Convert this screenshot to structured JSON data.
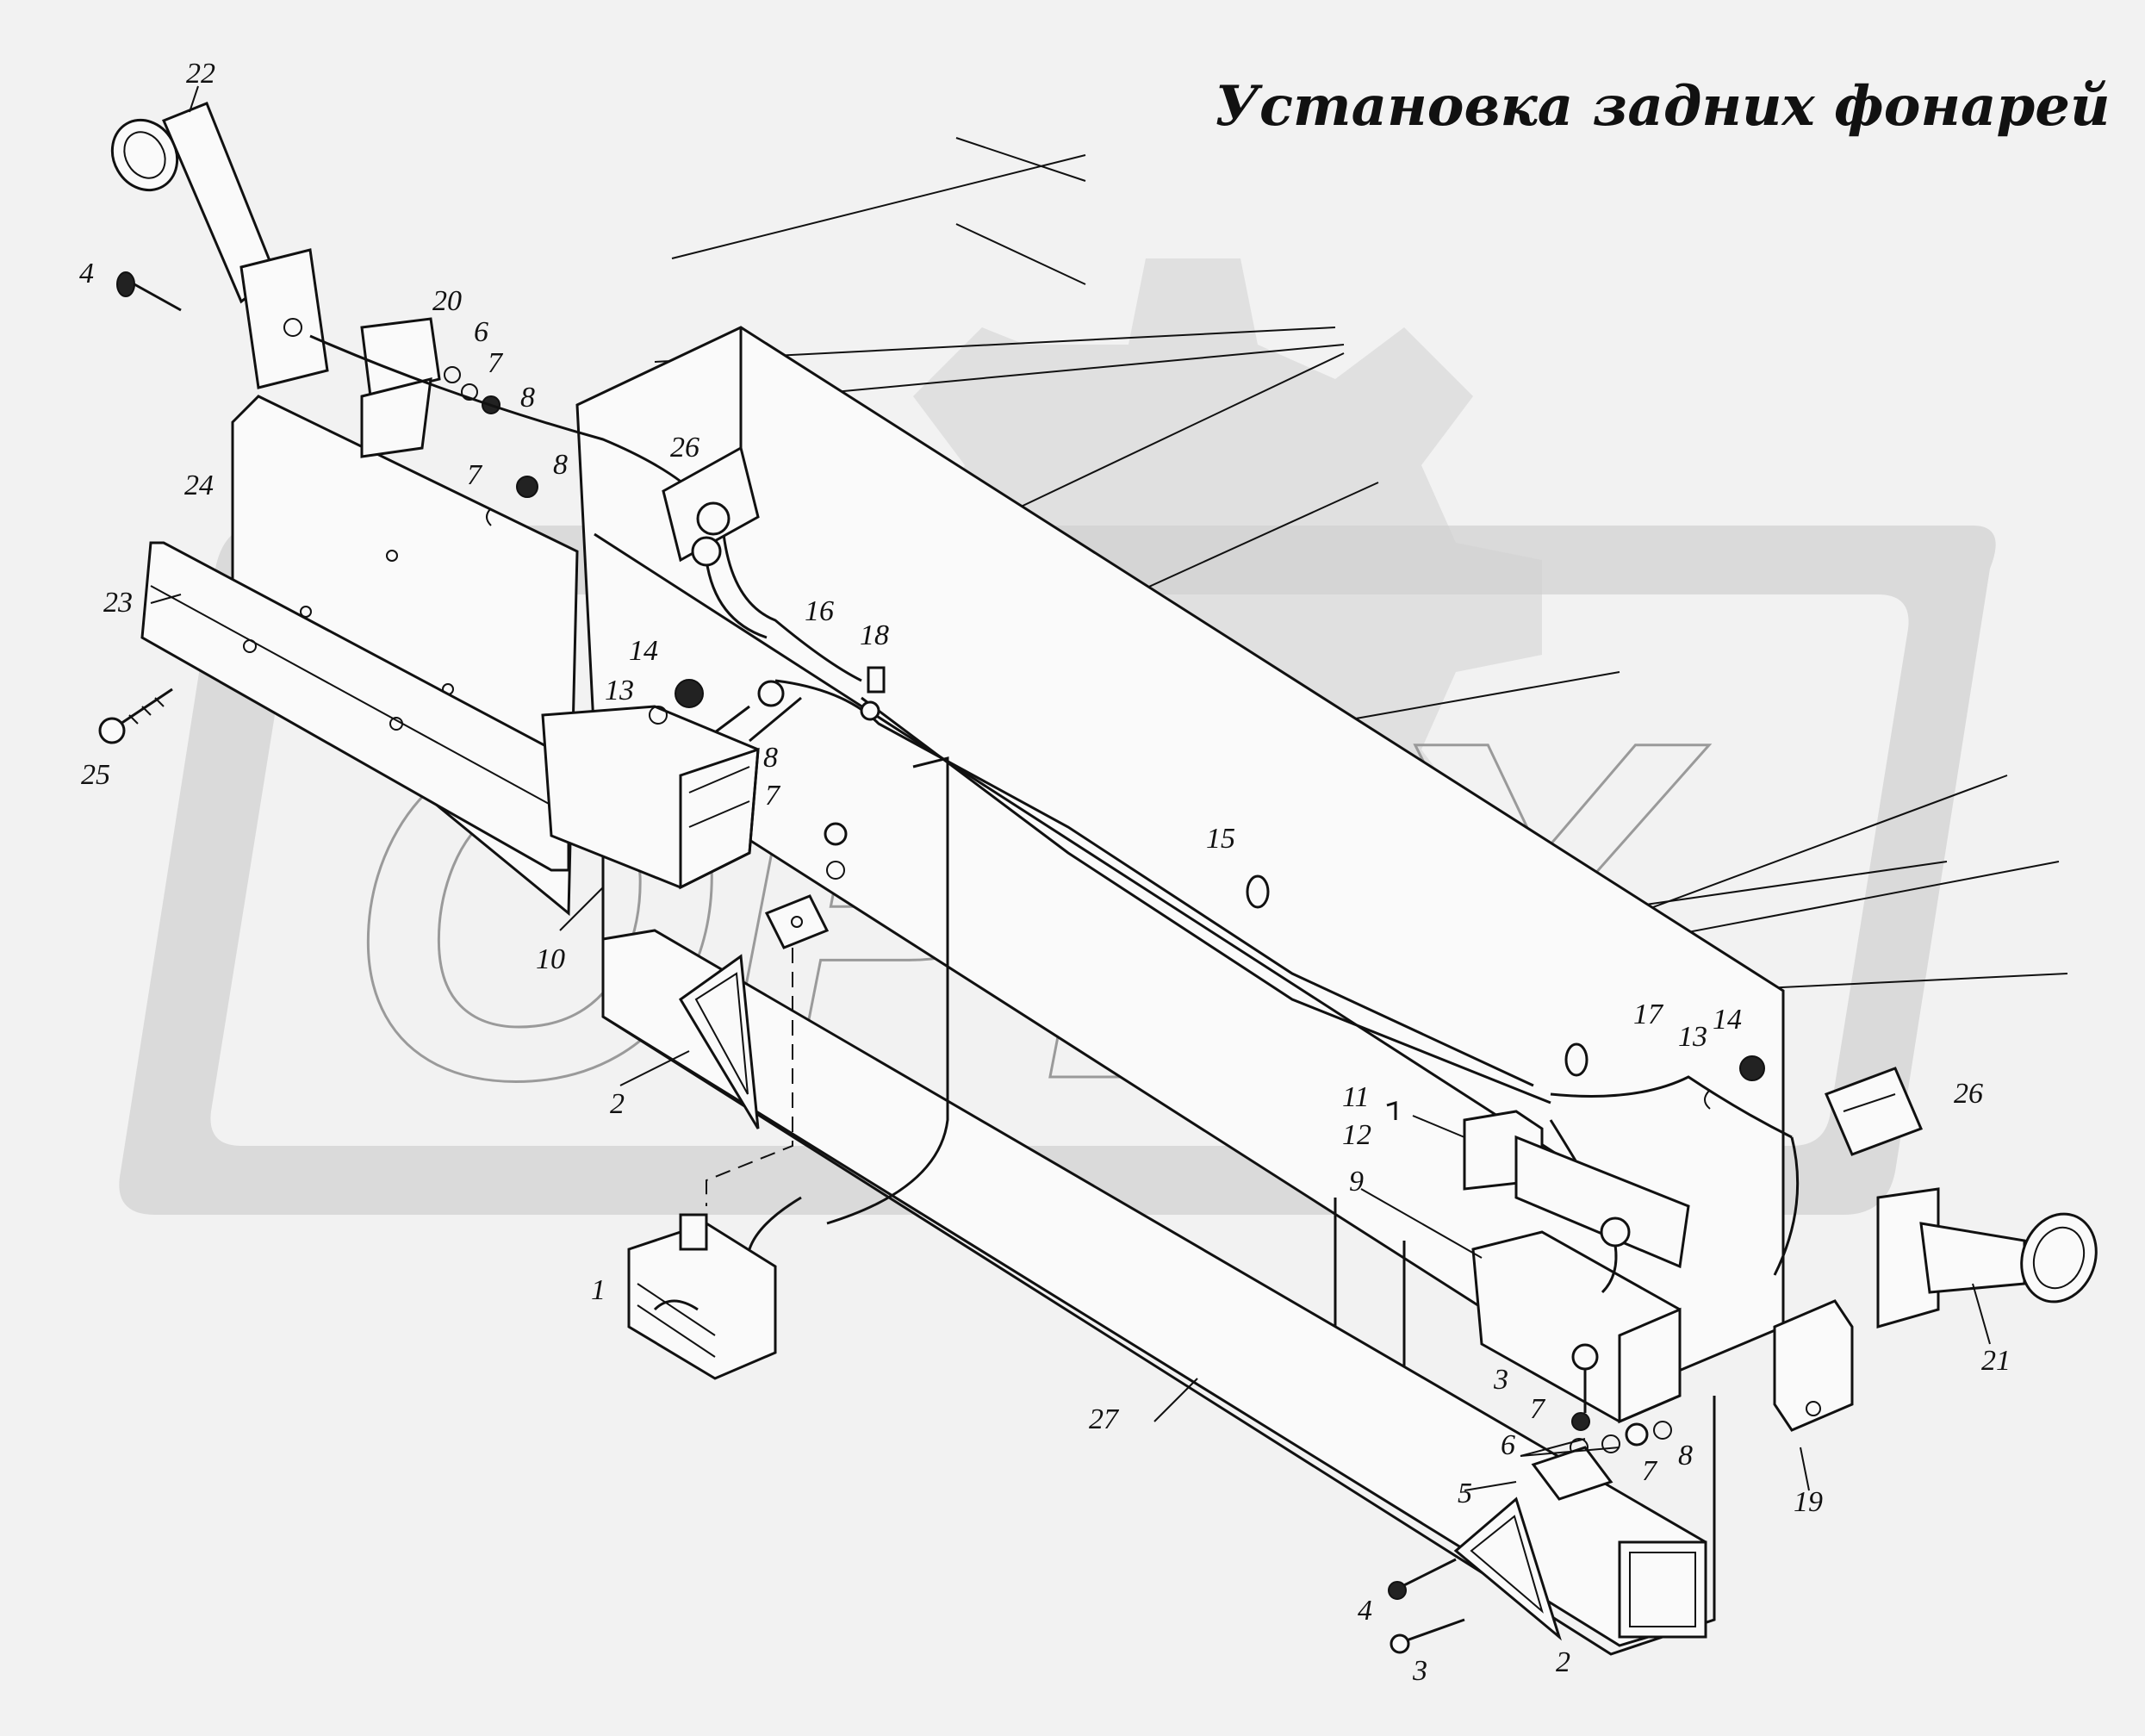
{
  "title": "Установка задних фонарей",
  "watermark": "OPEX",
  "callouts": [
    {
      "id": "c22",
      "text": "22"
    },
    {
      "id": "c4a",
      "text": "4"
    },
    {
      "id": "c20",
      "text": "20"
    },
    {
      "id": "c6a",
      "text": "6"
    },
    {
      "id": "c7a",
      "text": "7"
    },
    {
      "id": "c8a",
      "text": "8"
    },
    {
      "id": "c7b",
      "text": "7"
    },
    {
      "id": "c8b",
      "text": "8"
    },
    {
      "id": "c24",
      "text": "24"
    },
    {
      "id": "c26a",
      "text": "26"
    },
    {
      "id": "c23",
      "text": "23"
    },
    {
      "id": "c25",
      "text": "25"
    },
    {
      "id": "c16",
      "text": "16"
    },
    {
      "id": "c18",
      "text": "18"
    },
    {
      "id": "c14a",
      "text": "14"
    },
    {
      "id": "c13a",
      "text": "13"
    },
    {
      "id": "c8c",
      "text": "8"
    },
    {
      "id": "c7c",
      "text": "7"
    },
    {
      "id": "c10",
      "text": "10"
    },
    {
      "id": "c15",
      "text": "15"
    },
    {
      "id": "c2a",
      "text": "2"
    },
    {
      "id": "c1",
      "text": "1"
    },
    {
      "id": "c17",
      "text": "17"
    },
    {
      "id": "c13b",
      "text": "13"
    },
    {
      "id": "c14b",
      "text": "14"
    },
    {
      "id": "c26b",
      "text": "26"
    },
    {
      "id": "c11",
      "text": "11"
    },
    {
      "id": "c12",
      "text": "12"
    },
    {
      "id": "c9",
      "text": "9"
    },
    {
      "id": "c21",
      "text": "21"
    },
    {
      "id": "c3a",
      "text": "3"
    },
    {
      "id": "c7d",
      "text": "7"
    },
    {
      "id": "c6b",
      "text": "6"
    },
    {
      "id": "c7e",
      "text": "7"
    },
    {
      "id": "c8d",
      "text": "8"
    },
    {
      "id": "c27",
      "text": "27"
    },
    {
      "id": "c5",
      "text": "5"
    },
    {
      "id": "c19",
      "text": "19"
    },
    {
      "id": "c4b",
      "text": "4"
    },
    {
      "id": "c3b",
      "text": "3"
    },
    {
      "id": "c2b",
      "text": "2"
    }
  ]
}
